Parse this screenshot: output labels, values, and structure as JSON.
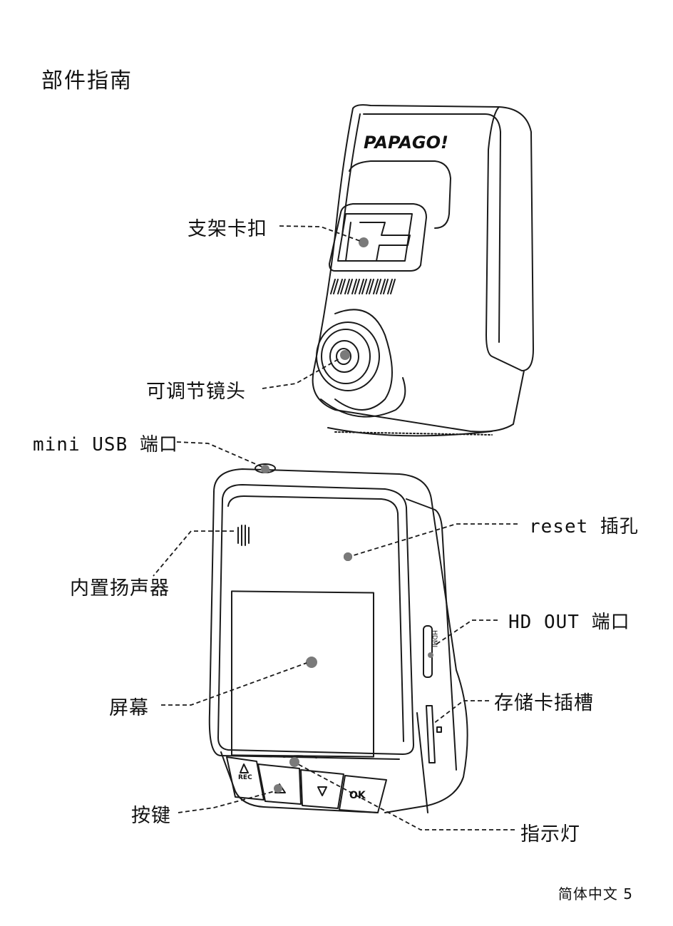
{
  "page": {
    "title": "部件指南",
    "footer": "简体中文 5"
  },
  "brand": {
    "logo": "PAPAGO!"
  },
  "labels": {
    "bracket_clip": "支架卡扣",
    "adjustable_lens": "可调节镜头",
    "mini_usb": "mini USB 端口",
    "reset": "reset 插孔",
    "speaker": "内置扬声器",
    "hd_out": "HD OUT 端口",
    "screen": "屏幕",
    "card_slot": "存储卡插槽",
    "buttons": "按键",
    "indicator": "指示灯"
  },
  "device_text": {
    "rec": "REC",
    "ok": "OK",
    "hdmi": "HDMI"
  }
}
